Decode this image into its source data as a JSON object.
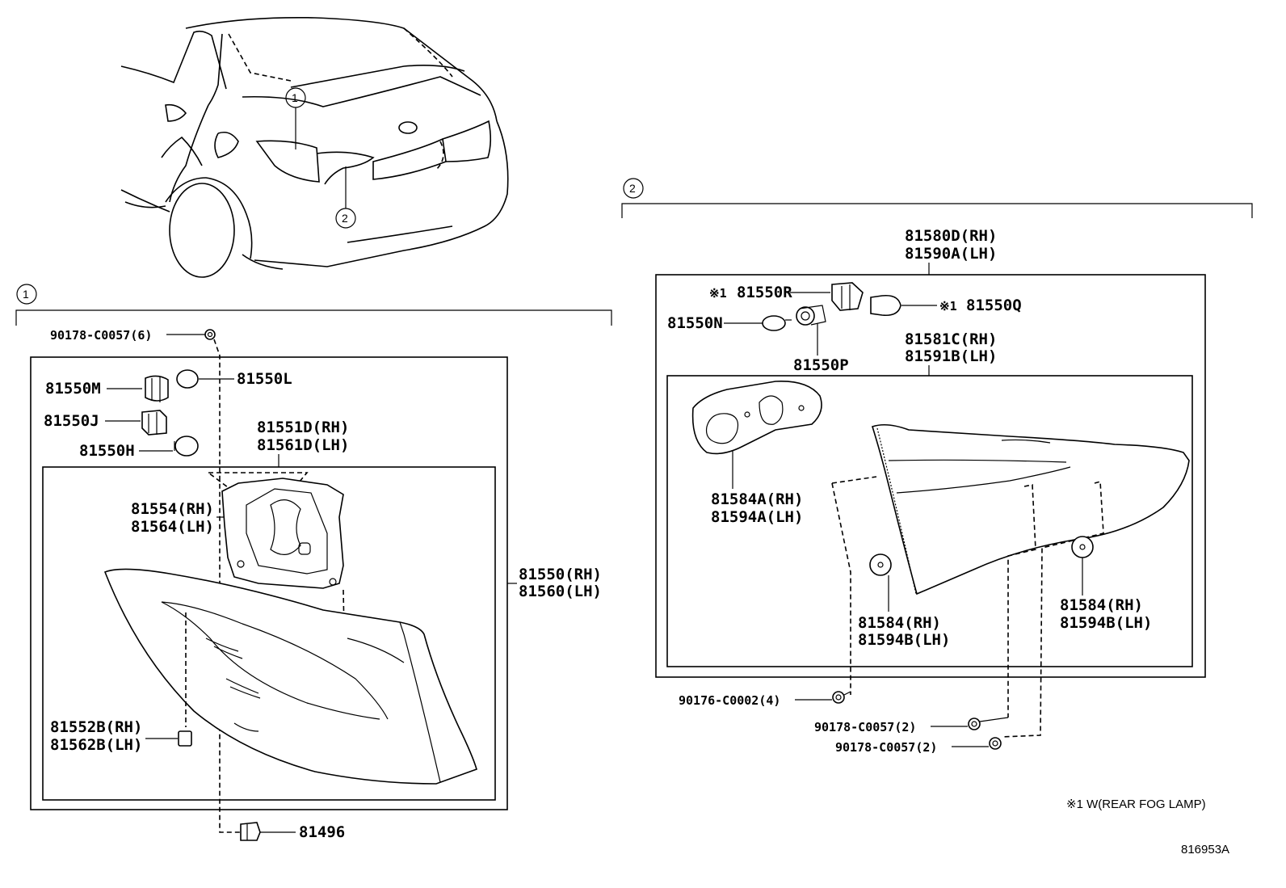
{
  "callouts": {
    "one": "1",
    "two": "2"
  },
  "section1": {
    "p_90178_6": "90178-C0057(6)",
    "p_81550M": "81550M",
    "p_81550L": "81550L",
    "p_81550J": "81550J",
    "p_81550H": "81550H",
    "p_81551D_rh": "81551D(RH)",
    "p_81561D_lh": "81561D(LH)",
    "p_81554_rh": "81554(RH)",
    "p_81564_lh": "81564(LH)",
    "p_81550_rh": "81550(RH)",
    "p_81560_lh": "81560(LH)",
    "p_81552B_rh": "81552B(RH)",
    "p_81562B_lh": "81562B(LH)",
    "p_81496": "81496"
  },
  "section2": {
    "p_81580D_rh": "81580D(RH)",
    "p_81590A_lh": "81590A(LH)",
    "mark_r": "※1",
    "p_81550R": "81550R",
    "mark_q": "※1",
    "p_81550Q": "81550Q",
    "p_81550N": "81550N",
    "p_81550P": "81550P",
    "p_81581C_rh": "81581C(RH)",
    "p_81591B_lh": "81591B(LH)",
    "p_81584A_rh": "81584A(RH)",
    "p_81594A_lh": "81594A(LH)",
    "p_81584_rh_a": "81584(RH)",
    "p_81594B_lh_a": "81594B(LH)",
    "p_81584_rh_b": "81584(RH)",
    "p_81594B_lh_b": "81594B(LH)",
    "p_90176_4": "90176-C0002(4)",
    "p_90178_2a": "90178-C0057(2)",
    "p_90178_2b": "90178-C0057(2)"
  },
  "footnote": "※1 W(REAR FOG LAMP)",
  "figure_id": "816953A"
}
